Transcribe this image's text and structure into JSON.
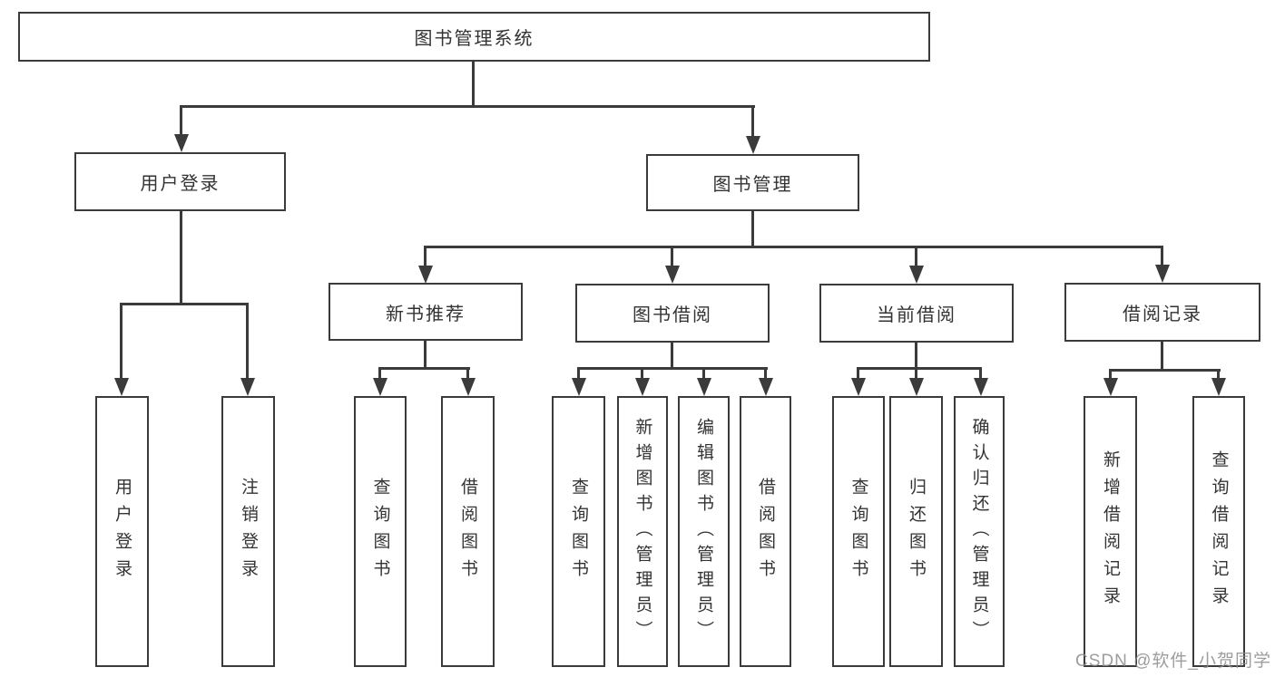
{
  "tree": {
    "root": "图书管理系统",
    "branches": [
      {
        "label": "用户登录",
        "children": [
          {
            "label": "用户登录"
          },
          {
            "label": "注销登录"
          }
        ]
      },
      {
        "label": "图书管理",
        "children": [
          {
            "label": "新书推荐",
            "children": [
              {
                "label": "查询图书"
              },
              {
                "label": "借阅图书"
              }
            ]
          },
          {
            "label": "图书借阅",
            "children": [
              {
                "label": "查询图书"
              },
              {
                "label": "新增图书（管理员）"
              },
              {
                "label": "编辑图书（管理员）"
              },
              {
                "label": "借阅图书"
              }
            ]
          },
          {
            "label": "当前借阅",
            "children": [
              {
                "label": "查询图书"
              },
              {
                "label": "归还图书"
              },
              {
                "label": "确认归还（管理员）"
              }
            ]
          },
          {
            "label": "借阅记录",
            "children": [
              {
                "label": "新增借阅记录"
              },
              {
                "label": "查询借阅记录"
              }
            ]
          }
        ]
      }
    ]
  },
  "watermark": {
    "text": "CSDN @软件_小贺同学"
  },
  "colors": {
    "line": "#3b3b3b",
    "box_border": "#3b3b3b",
    "text": "#333333",
    "background": "#ffffff",
    "watermark": "#8c8c8c"
  }
}
